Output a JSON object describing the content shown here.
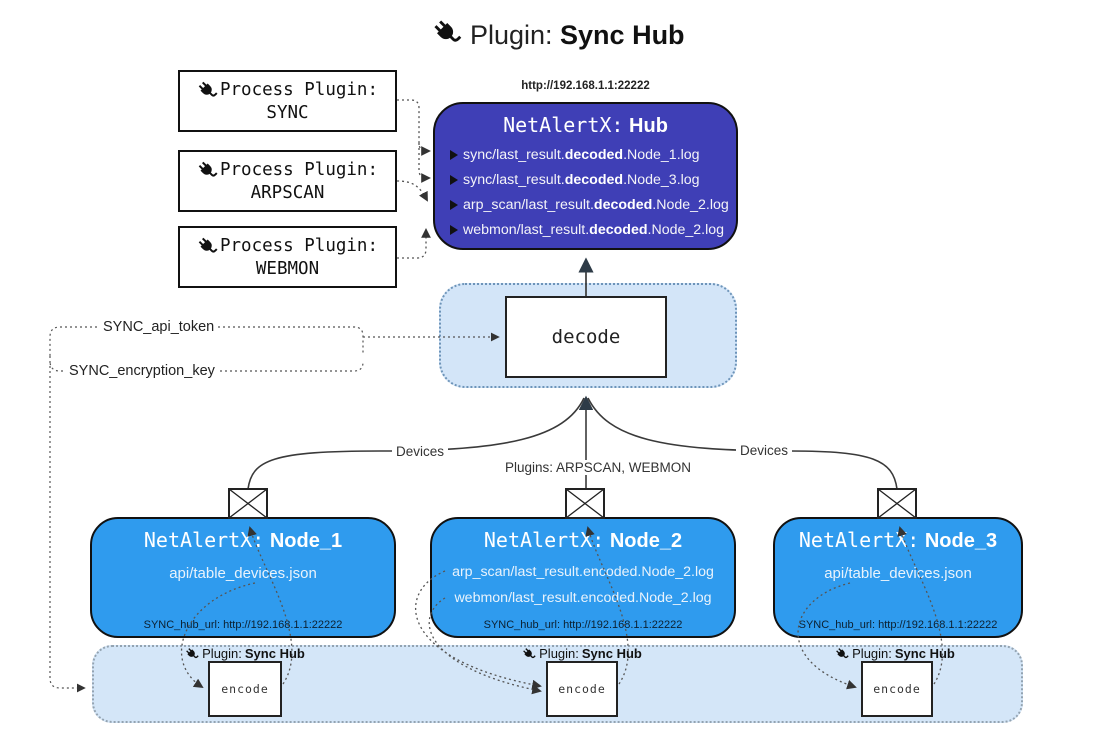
{
  "title": {
    "prefix": "Plugin:",
    "bold": "Sync Hub"
  },
  "hub": {
    "url_label": "http://192.168.1.1:22222",
    "name_prefix": "NetAlertX:",
    "name_bold": "Hub",
    "lines": [
      {
        "pre": "sync/last_result.",
        "bold": "decoded",
        "post": ".Node_1.log"
      },
      {
        "pre": "sync/last_result.",
        "bold": "decoded",
        "post": ".Node_3.log"
      },
      {
        "pre": "arp_scan/last_result.",
        "bold": "decoded",
        "post": ".Node_2.log"
      },
      {
        "pre": "webmon/last_result.",
        "bold": "decoded",
        "post": ".Node_2.log"
      }
    ]
  },
  "process_plugins": [
    {
      "label": "Process Plugin:",
      "name": "SYNC"
    },
    {
      "label": "Process Plugin:",
      "name": "ARPSCAN"
    },
    {
      "label": "Process Plugin:",
      "name": "WEBMON"
    }
  ],
  "decode_label": "decode",
  "encode_label": "encode",
  "tokens": {
    "api_token": "SYNC_api_token",
    "encryption_key": "SYNC_encryption_key"
  },
  "edges": {
    "devices_left": "Devices",
    "devices_right": "Devices",
    "plugins_center": "Plugins: ARPSCAN, WEBMON"
  },
  "plugin_badge": {
    "prefix": "Plugin:",
    "bold": "Sync Hub"
  },
  "nodes": [
    {
      "prefix": "NetAlertX:",
      "name": "Node_1",
      "files": [
        "api/table_devices.json"
      ],
      "hub_url": "SYNC_hub_url: http://192.168.1.1:22222"
    },
    {
      "prefix": "NetAlertX:",
      "name": "Node_2",
      "files": [
        "arp_scan/last_result.encoded.Node_2.log",
        "webmon/last_result.encoded.Node_2.log"
      ],
      "hub_url": "SYNC_hub_url: http://192.168.1.1:22222"
    },
    {
      "prefix": "NetAlertX:",
      "name": "Node_3",
      "files": [
        "api/table_devices.json"
      ],
      "hub_url": "SYNC_hub_url: http://192.168.1.1:22222"
    }
  ],
  "colors": {
    "hub_bg": "#3f3fb6",
    "node_bg": "#2f9bee",
    "panel_bg": "#d3e5f8",
    "panel_bottom_bg": "#d4e6f8",
    "panel_border": "#6d94b9",
    "panel_bottom_border": "#93a3b1",
    "line": "#444444",
    "text_on_dark": "#f4f4f8"
  }
}
